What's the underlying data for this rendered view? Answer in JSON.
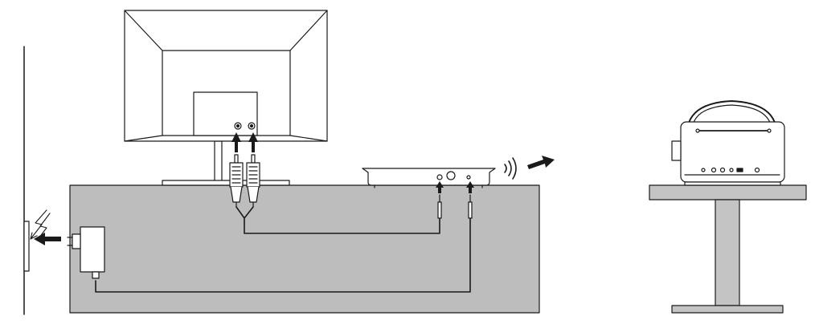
{
  "diagram": {
    "colors": {
      "stroke": "#1a1a1a",
      "cabinet_fill": "#bdbdbd",
      "table_fill": "#c4c4c4",
      "background": "#ffffff"
    },
    "components": [
      {
        "id": "tv",
        "icon": "tv-monitor-rear-icon"
      },
      {
        "id": "transmitter",
        "icon": "wireless-transmitter-icon"
      },
      {
        "id": "radio",
        "icon": "portable-radio-icon"
      },
      {
        "id": "adapter",
        "icon": "power-adapter-icon"
      },
      {
        "id": "socket",
        "icon": "wall-socket-icon"
      }
    ]
  }
}
